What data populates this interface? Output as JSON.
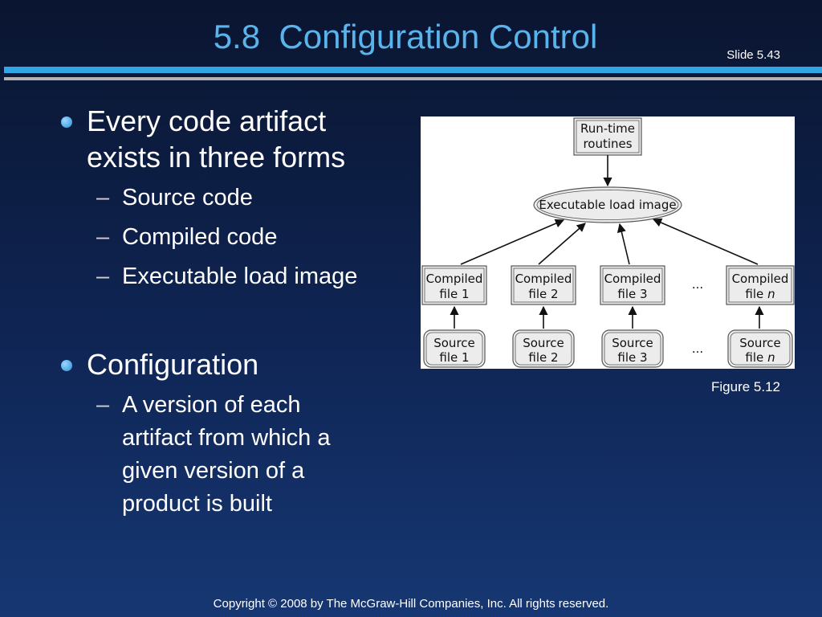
{
  "slide": {
    "title": "5.8  Configuration Control",
    "number": "Slide 5.43",
    "footer": "Copyright © 2008 by The McGraw-Hill Companies, Inc.  All rights reserved."
  },
  "bullets": [
    {
      "text_line1": "Every code artifact",
      "text_line2": "exists in three forms",
      "subs": [
        "Source code",
        "Compiled code",
        "Executable load image"
      ]
    },
    {
      "text_line1": "Configuration",
      "sub_lines": [
        "A version of each",
        "artifact from which a",
        "given version of a",
        "product is built"
      ]
    }
  ],
  "figure": {
    "caption": "Figure 5.12",
    "runtime": [
      "Run-time",
      "routines"
    ],
    "load_image": "Executable load image",
    "compiled_line1": "Compiled",
    "source_line1": "Source",
    "file_prefix": "file",
    "file_ids": [
      "1",
      "2",
      "3",
      "n"
    ],
    "ellipsis": "..."
  },
  "colors": {
    "title": "#5ab4ec",
    "accent_rule": "#2fa6e6",
    "background_top": "#0a1530",
    "background_bottom": "#163773"
  }
}
